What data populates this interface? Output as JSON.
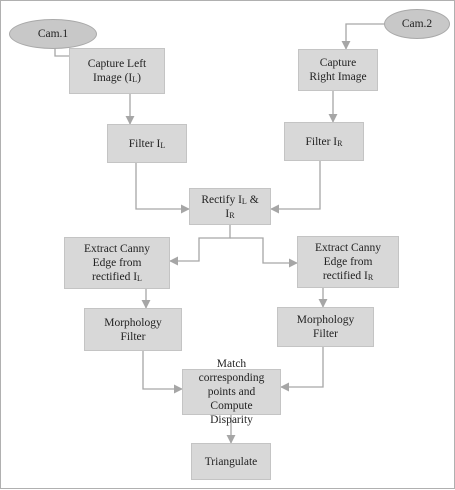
{
  "colors": {
    "box_fill": "#d8d8d8",
    "oval_fill": "#c8c8c8",
    "arrow": "#a6a6a6"
  },
  "nodes": {
    "cam1": {
      "label": "Cam.1"
    },
    "cam2": {
      "label": "Cam.2"
    },
    "capture_left": {
      "line1": "Capture Left",
      "line2_prefix": "Image (I",
      "line2_sub": "L",
      "line2_suffix": ")"
    },
    "capture_right": {
      "line1": "Capture",
      "line2": "Right Image"
    },
    "filter_left": {
      "prefix": "Filter I",
      "sub": "L"
    },
    "filter_right": {
      "prefix": "Filter I",
      "sub": "R"
    },
    "rectify": {
      "prefix": "Rectify I",
      "sub1": "L",
      "amp": " &",
      "line2_prefix": "I",
      "sub2": "R"
    },
    "canny_left": {
      "line1": "Extract Canny",
      "line2": "Edge from",
      "line3_prefix": "rectified I",
      "line3_sub": "L"
    },
    "canny_right": {
      "line1": "Extract Canny",
      "line2": "Edge from",
      "line3_prefix": "rectified I",
      "line3_sub": "R"
    },
    "morph_left": {
      "line1": "Morphology",
      "line2": "Filter"
    },
    "morph_right": {
      "line1": "Morphology",
      "line2": "Filter"
    },
    "match": {
      "line1": "Match corresponding",
      "line2": "points and Compute",
      "line3": "Disparity"
    },
    "triangulate": {
      "label": "Triangulate"
    }
  }
}
